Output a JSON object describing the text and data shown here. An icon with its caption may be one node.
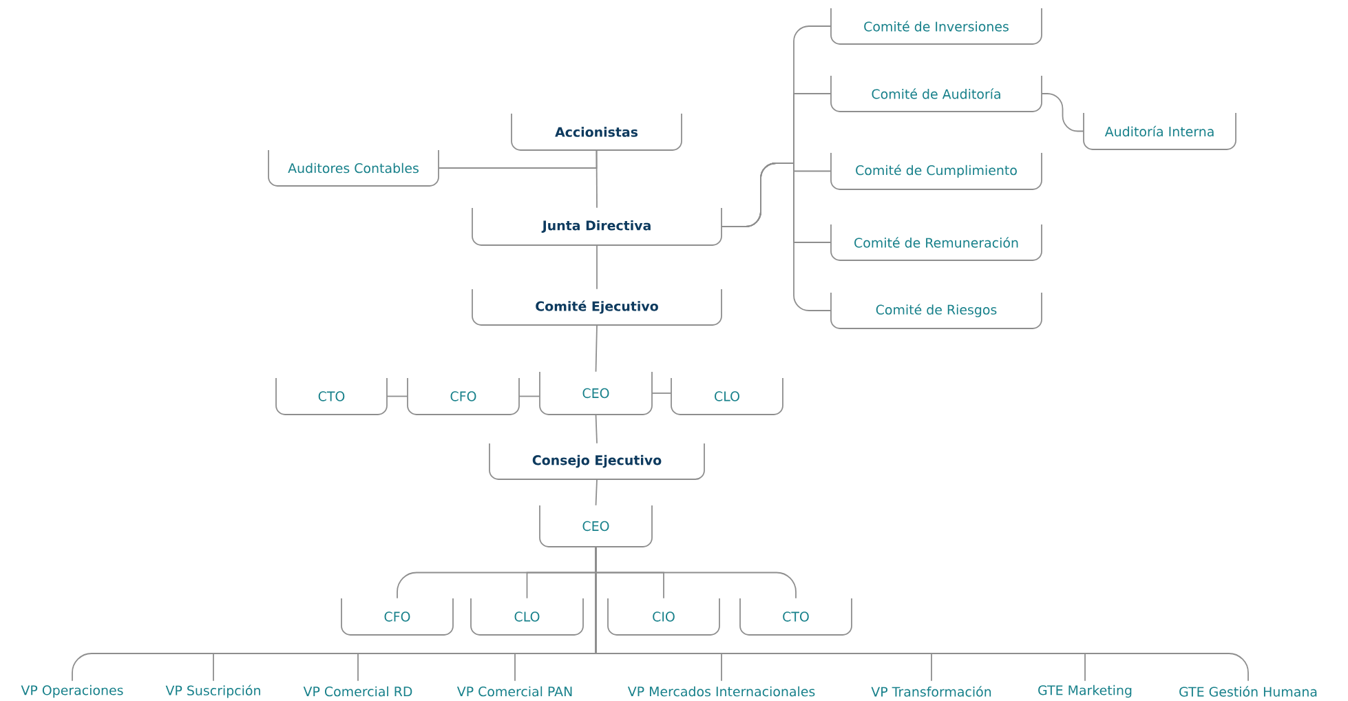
{
  "diagram": {
    "nodes": [
      {
        "text": [
          "Accionistas"
        ]
      },
      {
        "text": [
          "Auditores Contables"
        ]
      },
      {
        "text": [
          "Junta Directiva"
        ]
      },
      {
        "text": [
          "Comité de Inversiones"
        ]
      },
      {
        "text": [
          "Comité de Auditoría"
        ]
      },
      {
        "text": [
          "Auditoría Interna"
        ]
      },
      {
        "text": [
          "Comité de Cumplimiento"
        ]
      },
      {
        "text": [
          "Comité de Remuneración"
        ]
      },
      {
        "text": [
          "Comité de Riesgos"
        ]
      },
      {
        "text": [
          "Comité Ejecutivo"
        ]
      },
      {
        "text": [
          "CTO"
        ]
      },
      {
        "text": [
          "CFO"
        ]
      },
      {
        "text": [
          "CEO"
        ]
      },
      {
        "text": [
          "CLO"
        ]
      },
      {
        "text": [
          "Consejo Ejecutivo"
        ]
      },
      {
        "text": [
          "CEO"
        ]
      },
      {
        "text": [
          "CFO"
        ]
      },
      {
        "text": [
          "CLO"
        ]
      },
      {
        "text": [
          "CIO"
        ]
      },
      {
        "text": [
          "CTO"
        ]
      },
      {
        "text": [
          "VP Operaciones"
        ]
      },
      {
        "text": [
          "VP Suscripción"
        ]
      },
      {
        "text": [
          "VP Comercial RD"
        ]
      },
      {
        "text": [
          "VP Comercial PAN"
        ]
      },
      {
        "text": [
          "VP Mercados Internacionales"
        ]
      },
      {
        "text": [
          "VP Transformación"
        ]
      },
      {
        "text": [
          "GTE Marketing"
        ]
      },
      {
        "text": [
          "GTE Gestión Humana"
        ]
      }
    ],
    "edges": [
      {
        "from": 0,
        "to": 2,
        "arrow": "none"
      },
      {
        "from": 0,
        "to": 1,
        "arrow": "none"
      },
      {
        "from": 2,
        "to": 9,
        "arrow": "none"
      },
      {
        "from": 2,
        "to": 3,
        "arrow": "none"
      },
      {
        "from": 2,
        "to": 4,
        "arrow": "none"
      },
      {
        "from": 2,
        "to": 6,
        "arrow": "none"
      },
      {
        "from": 2,
        "to": 7,
        "arrow": "none"
      },
      {
        "from": 2,
        "to": 8,
        "arrow": "none"
      },
      {
        "from": 4,
        "to": 5,
        "arrow": "none"
      },
      {
        "from": 9,
        "to": 12,
        "arrow": "none"
      },
      {
        "from": 10,
        "to": 11,
        "arrow": "none"
      },
      {
        "from": 11,
        "to": 12,
        "arrow": "none"
      },
      {
        "from": 12,
        "to": 13,
        "arrow": "none"
      },
      {
        "from": 12,
        "to": 14,
        "arrow": "none"
      },
      {
        "from": 14,
        "to": 15,
        "arrow": "none"
      },
      {
        "from": 15,
        "to": 16,
        "arrow": "none"
      },
      {
        "from": 15,
        "to": 17,
        "arrow": "none"
      },
      {
        "from": 15,
        "to": 18,
        "arrow": "none"
      },
      {
        "from": 15,
        "to": 19,
        "arrow": "none"
      },
      {
        "from": 15,
        "to": 20,
        "arrow": "none"
      },
      {
        "from": 15,
        "to": 21,
        "arrow": "none"
      },
      {
        "from": 15,
        "to": 22,
        "arrow": "none"
      },
      {
        "from": 15,
        "to": 23,
        "arrow": "none"
      },
      {
        "from": 15,
        "to": 24,
        "arrow": "none"
      },
      {
        "from": 15,
        "to": 25,
        "arrow": "none"
      },
      {
        "from": 15,
        "to": 26,
        "arrow": "none"
      },
      {
        "from": 15,
        "to": 27,
        "arrow": "none"
      }
    ]
  }
}
